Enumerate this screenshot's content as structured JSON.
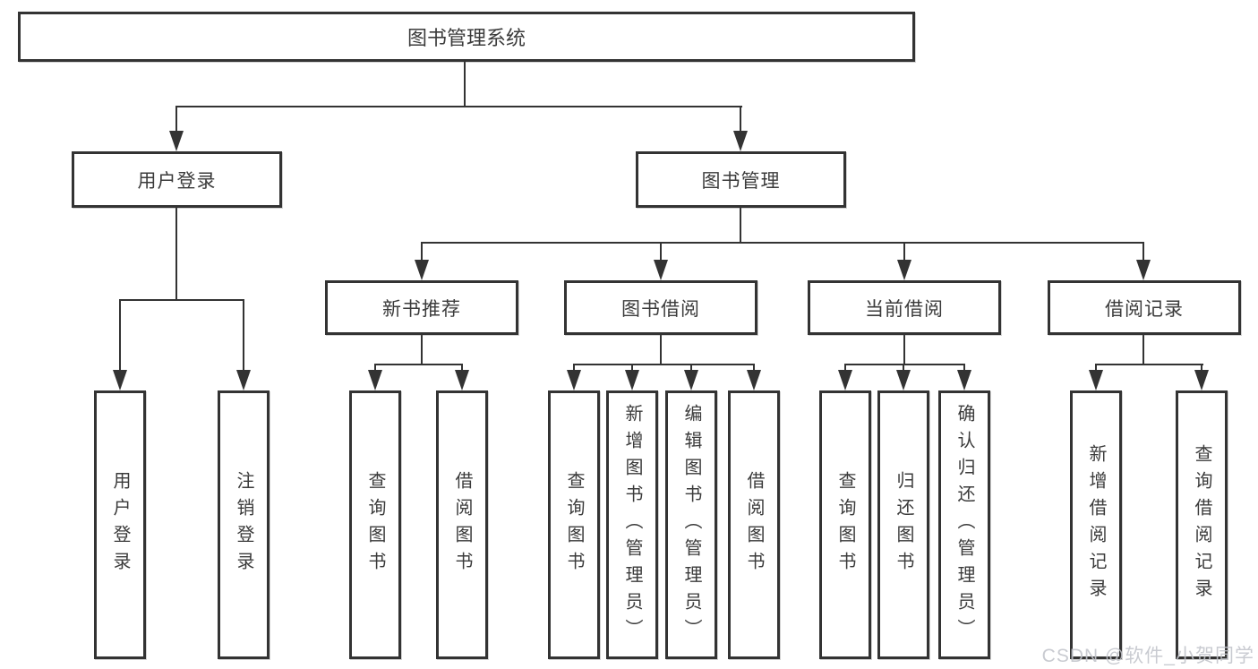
{
  "diagram": {
    "title": "图书管理系统",
    "branches": {
      "user_login": {
        "label": "用户登录",
        "children": [
          "用户登录",
          "注销登录"
        ]
      },
      "book_management": {
        "label": "图书管理",
        "sections": {
          "new_book_recommend": {
            "label": "新书推荐",
            "children": [
              "查询图书",
              "借阅图书"
            ]
          },
          "book_borrowing": {
            "label": "图书借阅",
            "children": [
              "查询图书",
              "新增图书（管理员）",
              "编辑图书（管理员）",
              "借阅图书"
            ]
          },
          "current_borrowing": {
            "label": "当前借阅",
            "children": [
              "查询图书",
              "归还图书",
              "确认归还（管理员）"
            ]
          },
          "borrowing_records": {
            "label": "借阅记录",
            "children": [
              "新增借阅记录",
              "查询借阅记录"
            ]
          }
        }
      }
    },
    "colors": {
      "line": "#333333",
      "text": "#3b3b3b",
      "background": "#ffffff",
      "watermark": "#c1c4cb"
    }
  },
  "watermark": "CSDN @软件_小贺同学"
}
